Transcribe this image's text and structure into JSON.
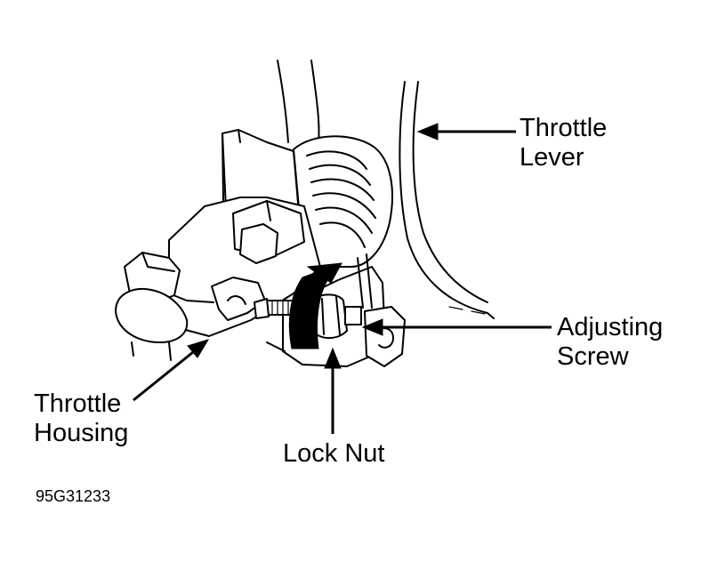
{
  "figure_code": "95G31233",
  "labels": {
    "throttle_lever": {
      "line1": "Throttle",
      "line2": "Lever"
    },
    "adjusting_screw": {
      "line1": "Adjusting",
      "line2": "Screw"
    },
    "throttle_housing": {
      "line1": "Throttle",
      "line2": "Housing"
    },
    "lock_nut": {
      "line1": "Lock Nut"
    }
  },
  "colors": {
    "ink": "#000000",
    "background": "#ffffff"
  },
  "icons": {
    "rotation_arrow": "curved-arrow-icon"
  }
}
